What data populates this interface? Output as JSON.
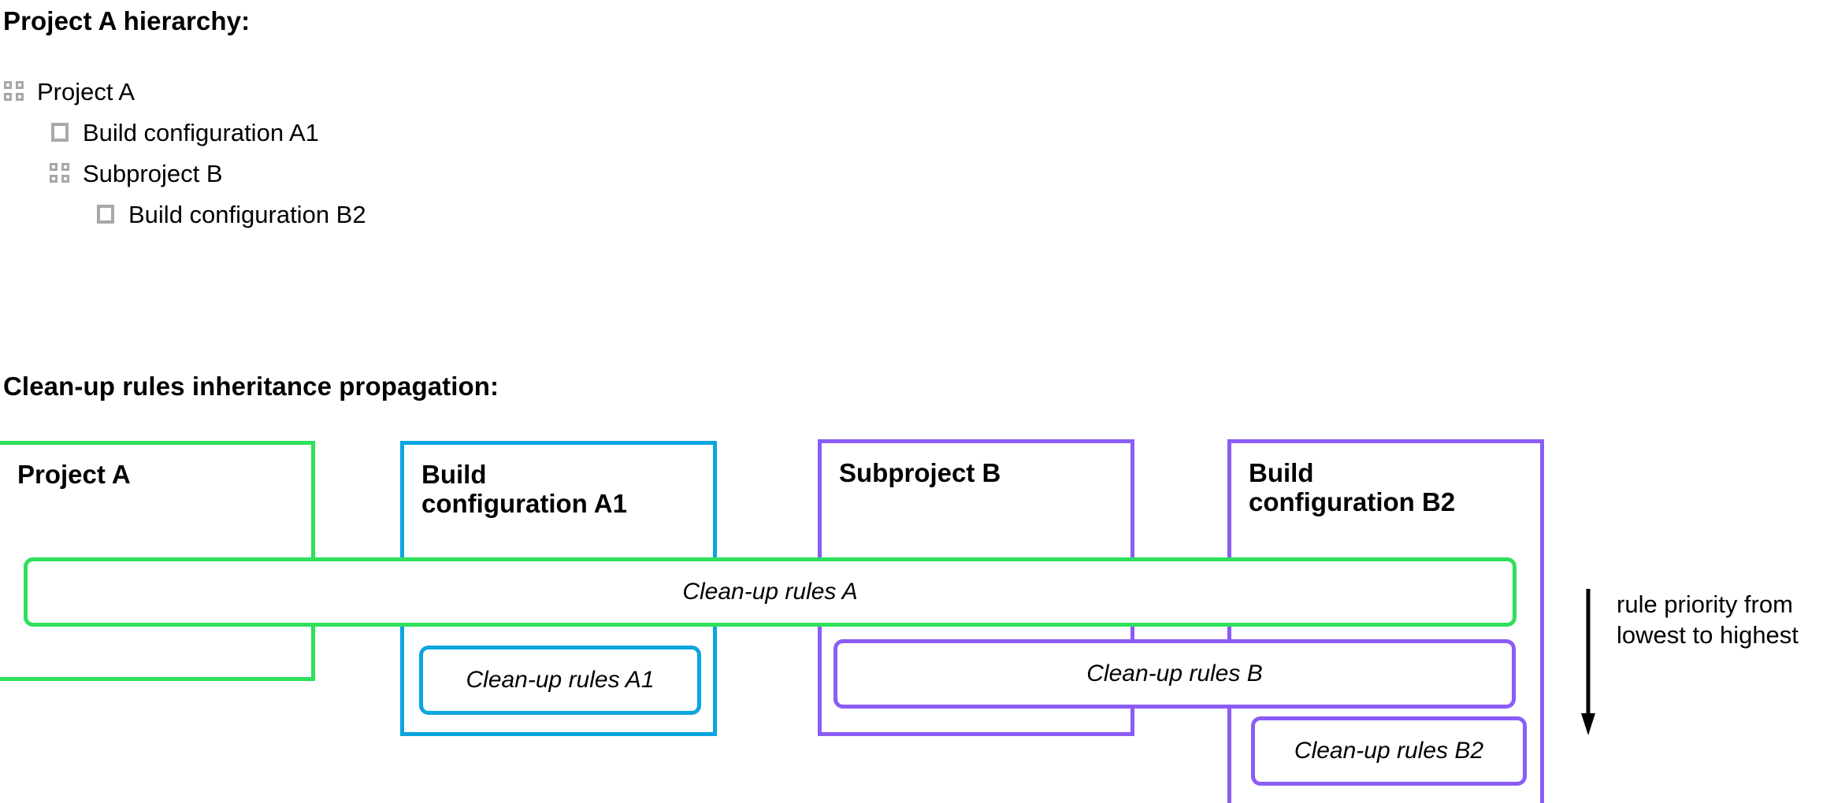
{
  "headings": {
    "hierarchy": "Project A hierarchy:",
    "propagation": "Clean-up rules inheritance propagation:"
  },
  "hierarchy_tree": {
    "items": [
      {
        "label": "Project A",
        "icon": "project-icon",
        "depth": 0
      },
      {
        "label": "Build configuration A1",
        "icon": "build-config-icon",
        "depth": 1
      },
      {
        "label": "Subproject B",
        "icon": "project-icon",
        "depth": 1
      },
      {
        "label": "Build configuration B2",
        "icon": "build-config-icon",
        "depth": 2
      }
    ]
  },
  "diagram": {
    "columns": [
      {
        "name": "project-a",
        "title": "Project A",
        "color": "#2ee05a"
      },
      {
        "name": "build-config-a1",
        "title": "Build\nconfiguration A1",
        "color": "#0aa5e0"
      },
      {
        "name": "subproject-b",
        "title": "Subproject B",
        "color": "#8b5cf6"
      },
      {
        "name": "build-config-b2",
        "title": "Build\nconfiguration B2",
        "color": "#8b5cf6"
      }
    ],
    "rules": [
      {
        "name": "clean-up-rules-a",
        "label": "Clean-up rules A",
        "color": "#2ee05a"
      },
      {
        "name": "clean-up-rules-a1",
        "label": "Clean-up rules A1",
        "color": "#0aa5e0"
      },
      {
        "name": "clean-up-rules-b",
        "label": "Clean-up rules B",
        "color": "#8b5cf6"
      },
      {
        "name": "clean-up-rules-b2",
        "label": "Clean-up rules B2",
        "color": "#8b5cf6"
      }
    ],
    "priority_annotation": {
      "text": "rule priority from lowest to highest",
      "direction": "down",
      "arrow_color": "#000000"
    }
  },
  "colors": {
    "green": "#2ee05a",
    "cyan": "#0aa5e0",
    "purple": "#8b5cf6",
    "icon_gray": "#a8a8a8",
    "text": "#000000",
    "background": "#ffffff"
  }
}
